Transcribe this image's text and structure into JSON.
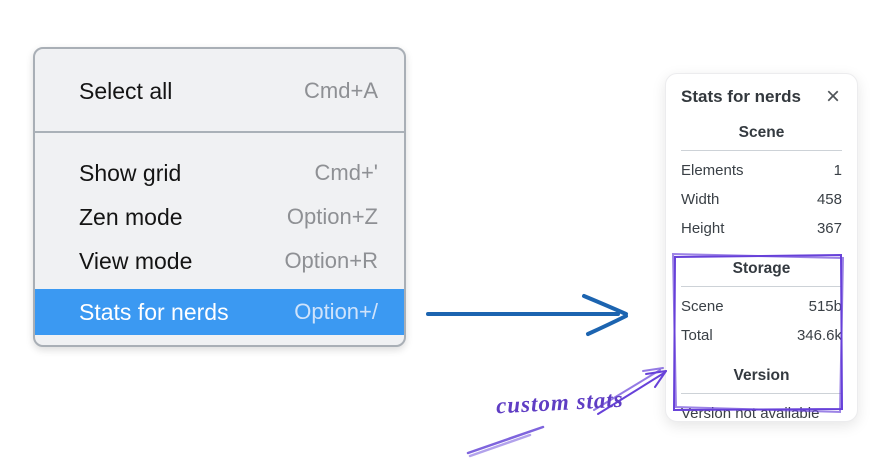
{
  "menu": {
    "items": [
      {
        "label": "Select all",
        "shortcut": "Cmd+A",
        "selected": false
      },
      {
        "label": "Show grid",
        "shortcut": "Cmd+'",
        "selected": false
      },
      {
        "label": "Zen mode",
        "shortcut": "Option+Z",
        "selected": false
      },
      {
        "label": "View mode",
        "shortcut": "Option+R",
        "selected": false
      },
      {
        "label": "Stats for nerds",
        "shortcut": "Option+/",
        "selected": true
      }
    ]
  },
  "stats_panel": {
    "title": "Stats for nerds",
    "close_icon": "×",
    "sections": [
      {
        "heading": "Scene",
        "rows": [
          {
            "label": "Elements",
            "value": "1"
          },
          {
            "label": "Width",
            "value": "458"
          },
          {
            "label": "Height",
            "value": "367"
          }
        ]
      },
      {
        "heading": "Storage",
        "rows": [
          {
            "label": "Scene",
            "value": "515b"
          },
          {
            "label": "Total",
            "value": "346.6k"
          }
        ]
      },
      {
        "heading": "Version",
        "message": "Version not available"
      }
    ]
  },
  "annotations": {
    "custom_stats_label": "custom stats"
  },
  "colors": {
    "menu_selection_blue": "#3b99f2",
    "flow_arrow_blue": "#1c64b0",
    "annotation_purple": "#6741d9",
    "annotation_purple_light": "#7e64dd"
  }
}
